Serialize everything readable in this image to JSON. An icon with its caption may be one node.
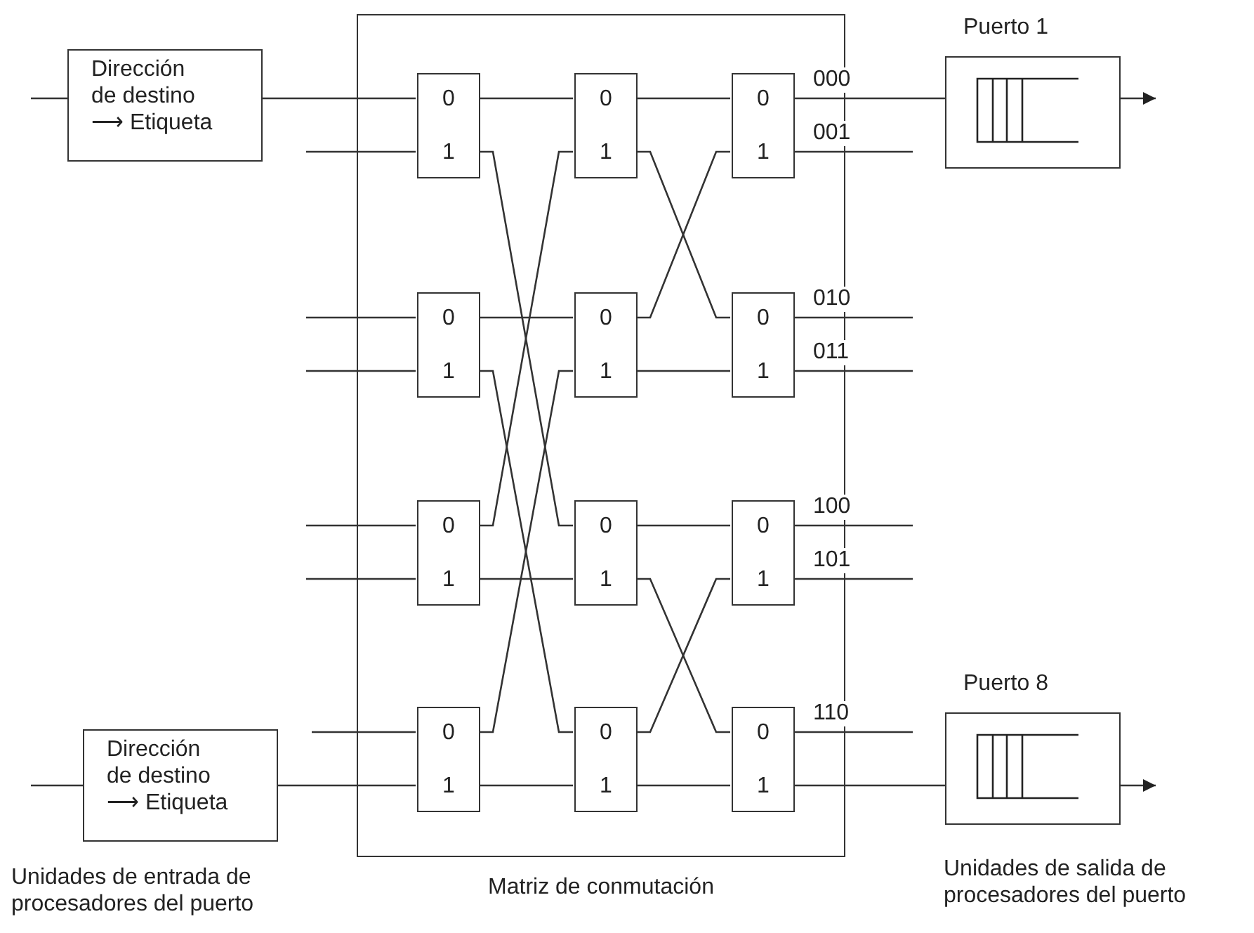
{
  "diagram": {
    "nodes": [
      {
        "text": [
          "Dirección de destino ⟶ Etiqueta"
        ]
      },
      {
        "text": [
          "Dirección de destino ⟶ Etiqueta"
        ]
      },
      {
        "text": [
          "Matriz de conmutación"
        ]
      },
      {
        "text": [
          "0",
          "1"
        ],
        "in": 2
      },
      {
        "text": [
          "0",
          "1"
        ],
        "in": 2
      },
      {
        "text": [
          "0",
          "1"
        ],
        "in": 2
      },
      {
        "text": [
          "0",
          "1"
        ],
        "in": 2
      },
      {
        "text": [
          "0",
          "1"
        ],
        "in": 2
      },
      {
        "text": [
          "0",
          "1"
        ],
        "in": 2
      },
      {
        "text": [
          "0",
          "1"
        ],
        "in": 2
      },
      {
        "text": [
          "0",
          "1"
        ],
        "in": 2
      },
      {
        "text": [
          "0",
          "1"
        ],
        "in": 2
      },
      {
        "text": [
          "0",
          "1"
        ],
        "in": 2
      },
      {
        "text": [
          "0",
          "1"
        ],
        "in": 2
      },
      {
        "text": [
          "0",
          "1"
        ],
        "in": 2
      },
      {
        "text": [
          "Puerto 1"
        ]
      },
      {
        "text": [
          "Puerto 8"
        ]
      }
    ],
    "edges": [
      {
        "from": null,
        "to": 0,
        "arrow": "none"
      },
      {
        "from": 0,
        "to": 3,
        "arrow": "none"
      },
      {
        "from": null,
        "to": 3,
        "arrow": "none"
      },
      {
        "from": null,
        "to": 6,
        "arrow": "none"
      },
      {
        "from": null,
        "to": 6,
        "arrow": "none"
      },
      {
        "from": null,
        "to": 9,
        "arrow": "none"
      },
      {
        "from": null,
        "to": 9,
        "arrow": "none"
      },
      {
        "from": null,
        "to": 12,
        "arrow": "none"
      },
      {
        "from": null,
        "to": 1,
        "arrow": "none"
      },
      {
        "from": 1,
        "to": 12,
        "arrow": "none"
      },
      {
        "from": 3,
        "to": 4,
        "arrow": "none"
      },
      {
        "from": 3,
        "to": 10,
        "arrow": "none"
      },
      {
        "from": 6,
        "to": 7,
        "arrow": "none"
      },
      {
        "from": 6,
        "to": 13,
        "arrow": "none"
      },
      {
        "from": 9,
        "to": 4,
        "arrow": "none"
      },
      {
        "from": 9,
        "to": 10,
        "arrow": "none"
      },
      {
        "from": 12,
        "to": 7,
        "arrow": "none"
      },
      {
        "from": 12,
        "to": 13,
        "arrow": "none"
      },
      {
        "from": 4,
        "to": 5,
        "arrow": "none"
      },
      {
        "from": 4,
        "to": 8,
        "arrow": "none"
      },
      {
        "from": 7,
        "to": 5,
        "arrow": "none"
      },
      {
        "from": 7,
        "to": 8,
        "arrow": "none"
      },
      {
        "from": 10,
        "to": 11,
        "arrow": "none"
      },
      {
        "from": 10,
        "to": 14,
        "arrow": "none"
      },
      {
        "from": 13,
        "to": 11,
        "arrow": "none"
      },
      {
        "from": 13,
        "to": 14,
        "arrow": "none"
      },
      {
        "from": 5,
        "to": 15,
        "arrow": "none",
        "label": "000"
      },
      {
        "from": 5,
        "to": null,
        "arrow": "none",
        "label": "001"
      },
      {
        "from": 8,
        "to": null,
        "arrow": "none",
        "label": "010"
      },
      {
        "from": 8,
        "to": null,
        "arrow": "none",
        "label": "011"
      },
      {
        "from": 11,
        "to": null,
        "arrow": "none",
        "label": "100"
      },
      {
        "from": 11,
        "to": null,
        "arrow": "none",
        "label": "101"
      },
      {
        "from": 14,
        "to": null,
        "arrow": "none",
        "label": "110"
      },
      {
        "from": 14,
        "to": 16,
        "arrow": "none"
      },
      {
        "from": 15,
        "to": null,
        "arrow": "to"
      },
      {
        "from": 16,
        "to": null,
        "arrow": "to"
      }
    ],
    "labels": [
      "Unidades de entrada de procesadores del puerto",
      "Unidades de salida de procesadores del puerto"
    ]
  }
}
